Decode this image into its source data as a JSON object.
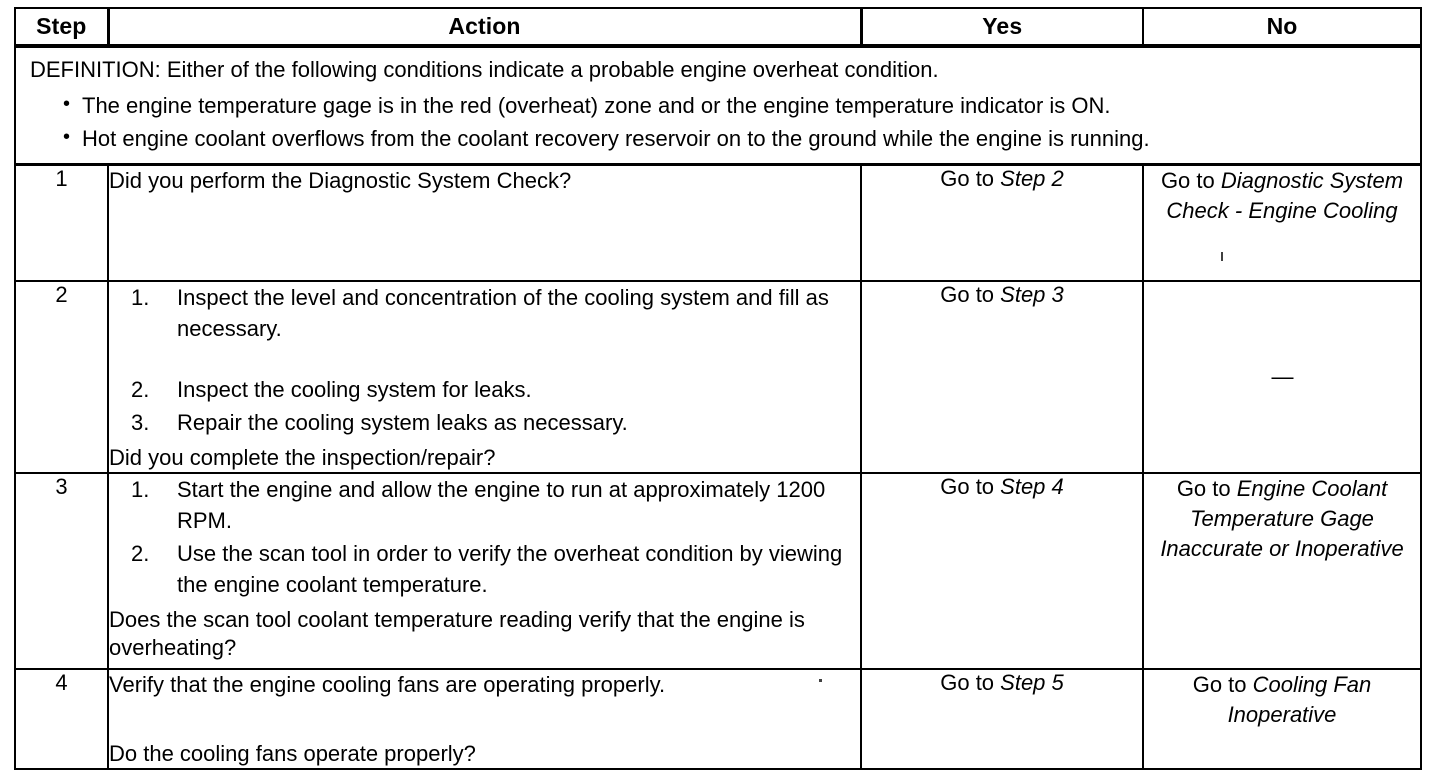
{
  "table": {
    "columns": [
      {
        "key": "step",
        "label": "Step"
      },
      {
        "key": "action",
        "label": "Action"
      },
      {
        "key": "yes",
        "label": "Yes"
      },
      {
        "key": "no",
        "label": "No"
      }
    ],
    "definition": {
      "lead": "DEFINITION: Either of the following conditions indicate a probable engine overheat condition.",
      "bullet_glyph": "•",
      "bullets": [
        "The engine temperature gage is in the red (overheat) zone and or the engine temperature indicator is ON.",
        "Hot engine coolant overflows from the coolant recovery reservoir on to the ground while the engine is running."
      ]
    },
    "rows": [
      {
        "step": "1",
        "action": {
          "question": "Did you perform the Diagnostic System Check?"
        },
        "yes": {
          "prefix": "Go to ",
          "ref": "Step 2"
        },
        "no": {
          "prefix": "Go to ",
          "ref": "Diagnostic System Check - Engine Cooling"
        }
      },
      {
        "step": "2",
        "action": {
          "items": [
            {
              "num": "1.",
              "text": "Inspect the level and concentration of the cooling system and fill as necessary."
            },
            {
              "num": "2.",
              "text": "Inspect the cooling system for leaks."
            },
            {
              "num": "3.",
              "text": "Repair the cooling system leaks as necessary."
            }
          ],
          "question": "Did you complete the inspection/repair?"
        },
        "yes": {
          "prefix": "Go to ",
          "ref": "Step 3"
        },
        "no": {
          "dash": "—"
        }
      },
      {
        "step": "3",
        "action": {
          "items": [
            {
              "num": "1.",
              "text": "Start the engine and allow the engine to run at approximately 1200 RPM."
            },
            {
              "num": "2.",
              "text": "Use the scan tool in order to verify the overheat condition by viewing the engine coolant temperature."
            }
          ],
          "question": "Does the scan tool coolant temperature reading verify that the engine is overheating?"
        },
        "yes": {
          "prefix": "Go to ",
          "ref": "Step 4"
        },
        "no": {
          "prefix": "Go to ",
          "ref": "Engine Coolant Temperature Gage Inaccurate or Inoperative"
        }
      },
      {
        "step": "4",
        "action": {
          "statement": "Verify that the engine cooling fans are operating properly.",
          "question": "Do the cooling fans operate properly?"
        },
        "yes": {
          "prefix": "Go to ",
          "ref": "Step 5"
        },
        "no": {
          "prefix": "Go to ",
          "ref": "Cooling Fan Inoperative"
        }
      }
    ]
  },
  "colors": {
    "ink": "#000000",
    "paper": "#ffffff"
  }
}
